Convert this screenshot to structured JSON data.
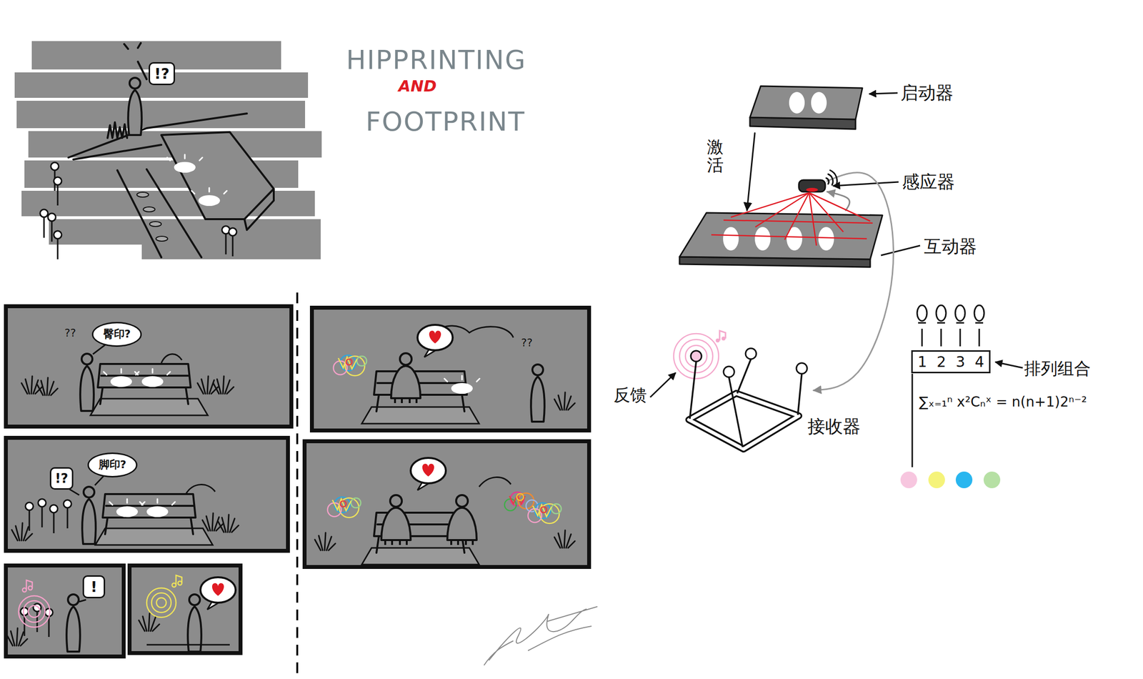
{
  "diagram": {
    "nodes": [
      {
        "text": [
          "!?"
        ]
      },
      {
        "text": [
          "臀印?"
        ]
      },
      {
        "text": [
          "!?"
        ]
      },
      {
        "text": [
          "脚印?"
        ]
      },
      {
        "text": [
          "!"
        ]
      },
      {
        "text": [
          "启动器"
        ]
      },
      {
        "text": [
          "感应器"
        ]
      },
      {
        "text": [
          "互动器"
        ]
      },
      {
        "text": [
          "接收器"
        ]
      },
      {
        "text": [
          "1",
          "2",
          "3",
          "4",
          "排列组合"
        ]
      }
    ],
    "edges": [
      {
        "from": 5,
        "to": 7,
        "label": "激活",
        "arrow": "to"
      },
      {
        "from": 7,
        "to": 6,
        "arrow": "to"
      },
      {
        "from": 6,
        "to": 8,
        "arrow": "to"
      }
    ],
    "labels": [
      "HIPPRINTING",
      "AND",
      "FOOTPRINT",
      "??",
      "??",
      "反馈",
      "∑ₓ₌₁ⁿ x²Cₙˣ = n(n+1)2ⁿ⁻²"
    ]
  }
}
